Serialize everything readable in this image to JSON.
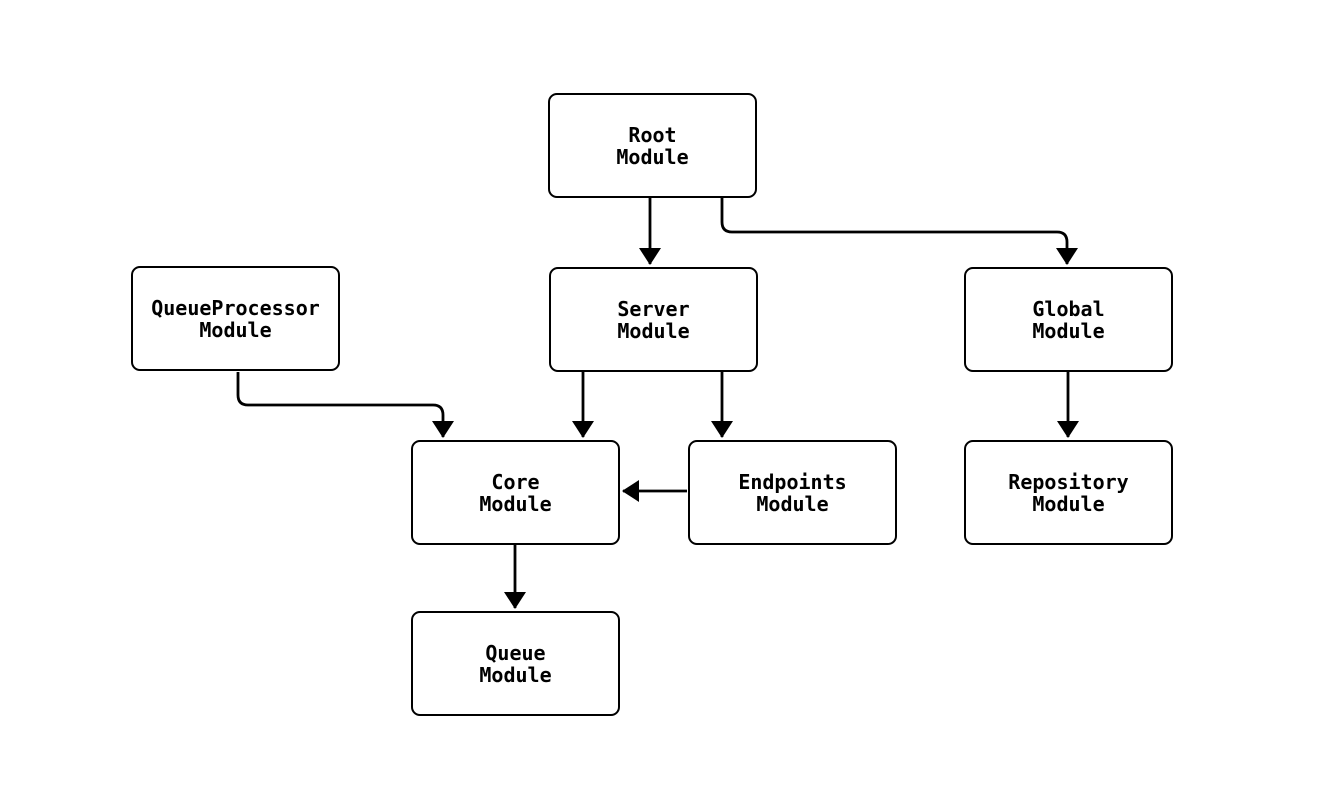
{
  "diagram": {
    "type": "flowchart",
    "background_color": "#ffffff",
    "node_fill_color": "#ffffff",
    "node_border_color": "#000000",
    "line_color": "#000000",
    "text_color": "#000000",
    "nodes": [
      {
        "id": "root-module",
        "line1": "Root",
        "line2": "Module"
      },
      {
        "id": "queueprocessor-module",
        "line1": "QueueProcessor",
        "line2": "Module"
      },
      {
        "id": "server-module",
        "line1": "Server",
        "line2": "Module"
      },
      {
        "id": "global-module",
        "line1": "Global",
        "line2": "Module"
      },
      {
        "id": "core-module",
        "line1": "Core",
        "line2": "Module"
      },
      {
        "id": "endpoints-module",
        "line1": "Endpoints",
        "line2": "Module"
      },
      {
        "id": "repository-module",
        "line1": "Repository",
        "line2": "Module"
      },
      {
        "id": "queue-module",
        "line1": "Queue",
        "line2": "Module"
      }
    ],
    "edges": [
      {
        "from": "Root Module",
        "to": "Server Module"
      },
      {
        "from": "Root Module",
        "to": "Global Module"
      },
      {
        "from": "QueueProcessor Module",
        "to": "Core Module"
      },
      {
        "from": "Server Module",
        "to": "Core Module"
      },
      {
        "from": "Server Module",
        "to": "Endpoints Module"
      },
      {
        "from": "Endpoints Module",
        "to": "Core Module"
      },
      {
        "from": "Global Module",
        "to": "Repository Module"
      },
      {
        "from": "Core Module",
        "to": "Queue Module"
      }
    ]
  }
}
